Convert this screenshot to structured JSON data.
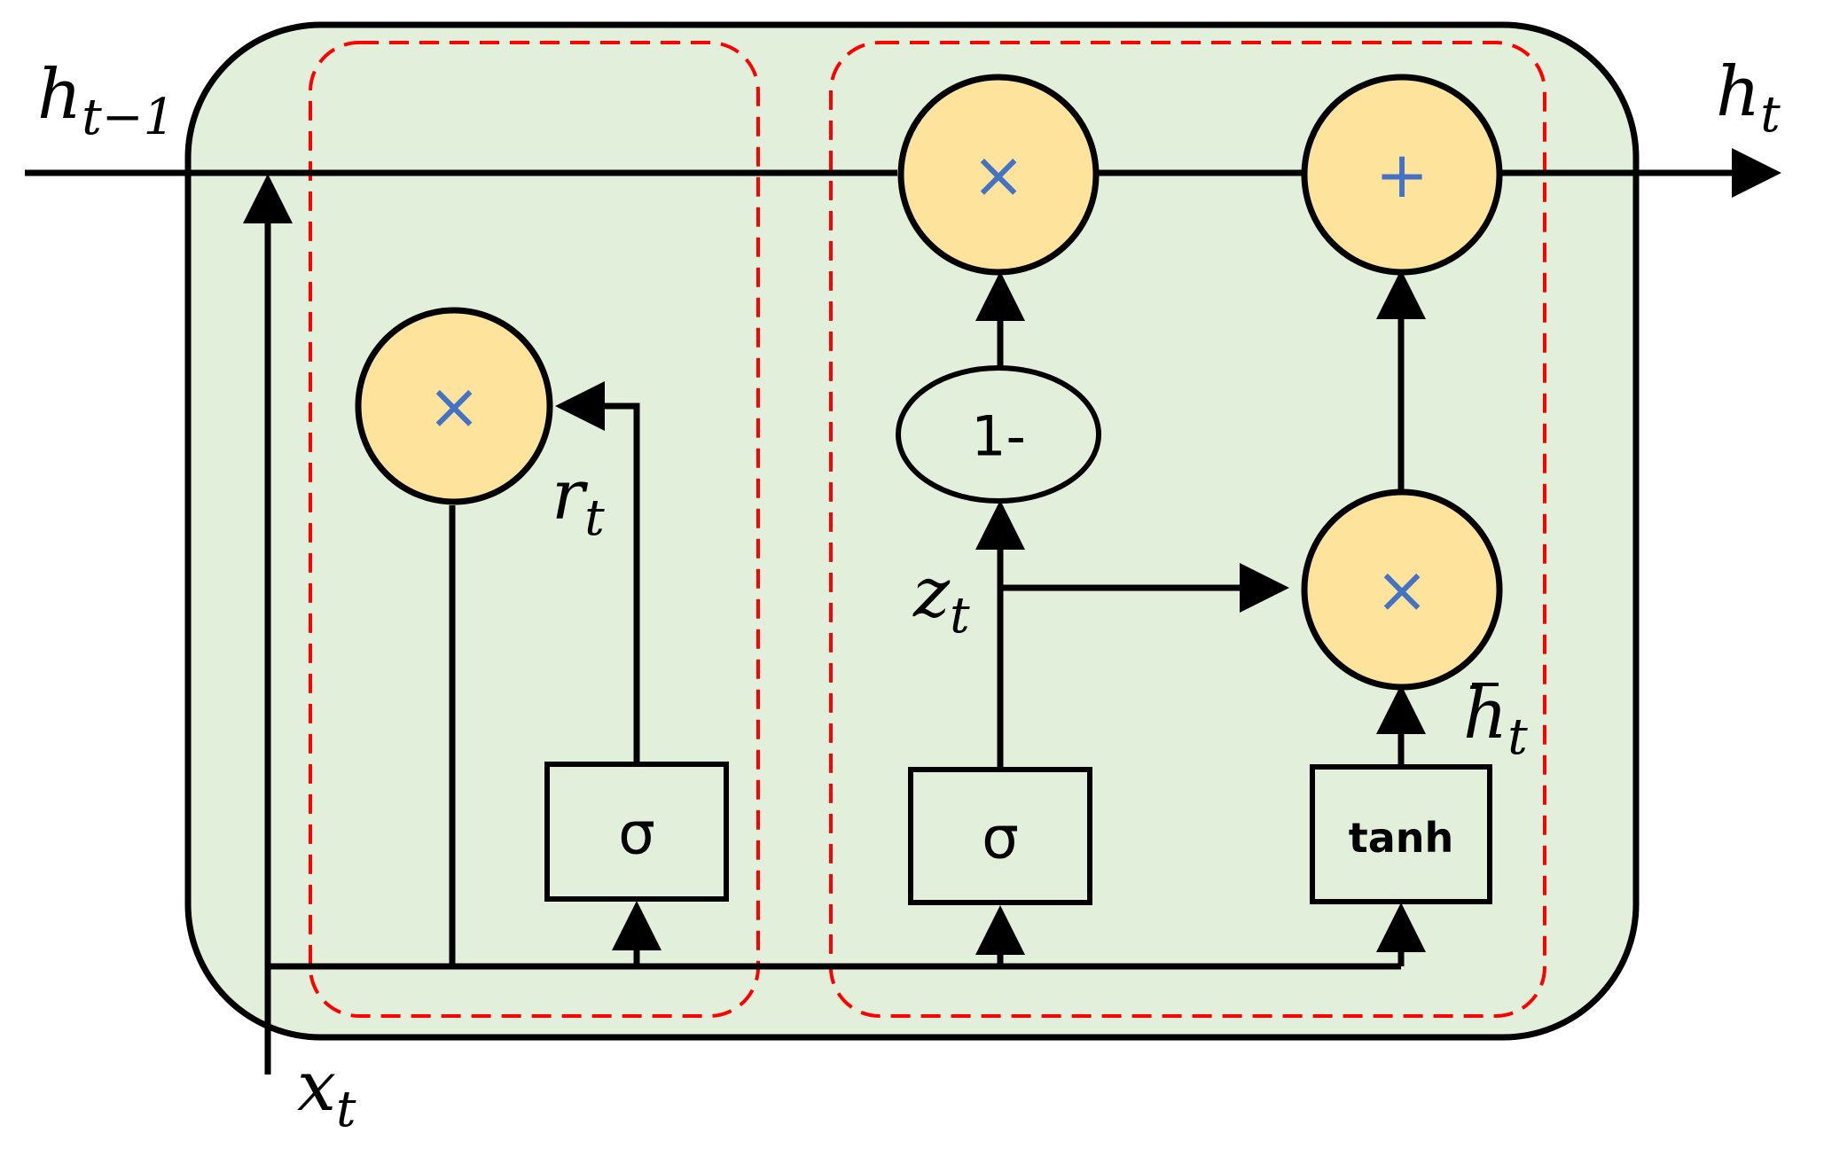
{
  "labels": {
    "h_prev_base": "h",
    "h_prev_sub": "t−1",
    "h_out_base": "h",
    "h_out_sub": "t",
    "x_in_base": "x",
    "x_in_sub": "t",
    "r_base": "r",
    "r_sub": "t",
    "z_base": "z",
    "z_sub": "t",
    "hbar_base": "h",
    "hbar_sub": "t"
  },
  "operators": {
    "reset_multiply": "×",
    "update_multiply_top": "×",
    "update_add": "+",
    "update_multiply_mid": "×",
    "one_minus": "1-"
  },
  "gates": {
    "reset_sigma": "σ",
    "update_sigma": "σ",
    "candidate_tanh": "tanh"
  },
  "colors": {
    "cell_fill": "#e2efda",
    "operator_fill": "#fde39b",
    "operator_symbol": "#4472c4",
    "region_outline": "#ff0000"
  }
}
